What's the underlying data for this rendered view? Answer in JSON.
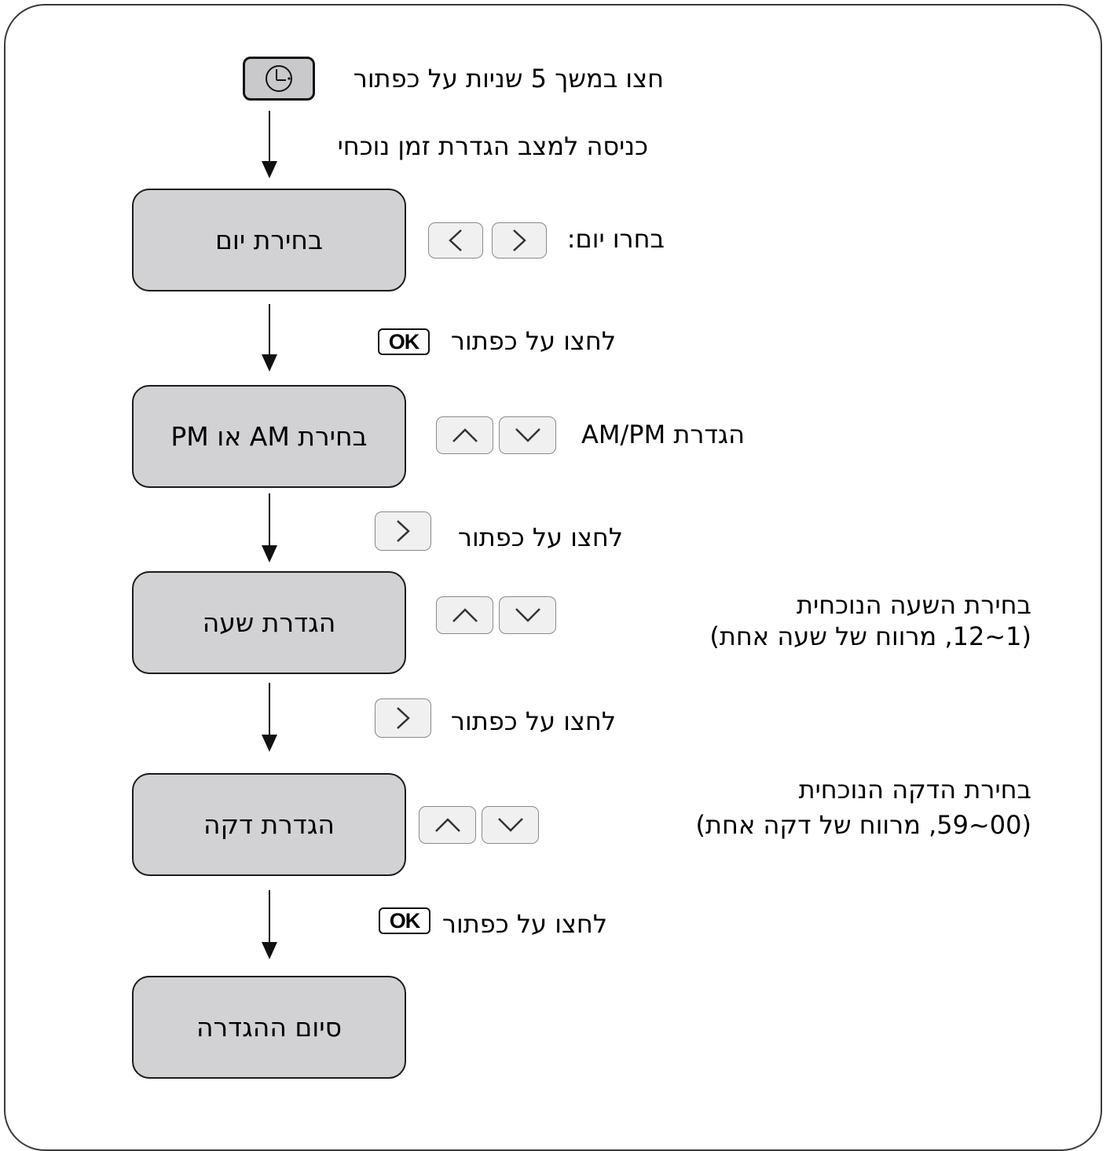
{
  "intro": {
    "press_clock": "חצו במשך 5 שניות על כפתור",
    "enter_mode": "כניסה למצב הגדרת זמן נוכחי"
  },
  "steps": [
    {
      "label": "בחירת יום"
    },
    {
      "label": "בחירת AM או PM"
    },
    {
      "label": "הגדרת שעה"
    },
    {
      "label": "הגדרת דקה"
    },
    {
      "label": "סיום ההגדרה"
    }
  ],
  "side": {
    "choose_day": "בחרו יום:",
    "set_ampm": "הגדרת AM/PM",
    "hour_line1": "בחירת השעה הנוכחית",
    "hour_line2": "(1~12, מרווח של שעה אחת)",
    "minute_line1": "בחירת הדקה הנוכחית",
    "minute_line2": "(00~59, מרווח של דקה אחת)"
  },
  "transitions": {
    "press_ok_1": "לחצו על כפתור",
    "press_right_1": "לחצו על כפתור",
    "press_right_2": "לחצו על כפתור",
    "press_ok_2": "לחצו על כפתור"
  },
  "keys": {
    "ok_label": "OK"
  },
  "icons": {
    "clock": "clock-icon",
    "left": "chevron-left-icon",
    "right": "chevron-right-icon",
    "up": "chevron-up-icon",
    "down": "chevron-down-icon"
  },
  "colors": {
    "step_fill": "#d2d2d4",
    "key_fill": "#f0f0f0",
    "stroke": "#111111"
  }
}
